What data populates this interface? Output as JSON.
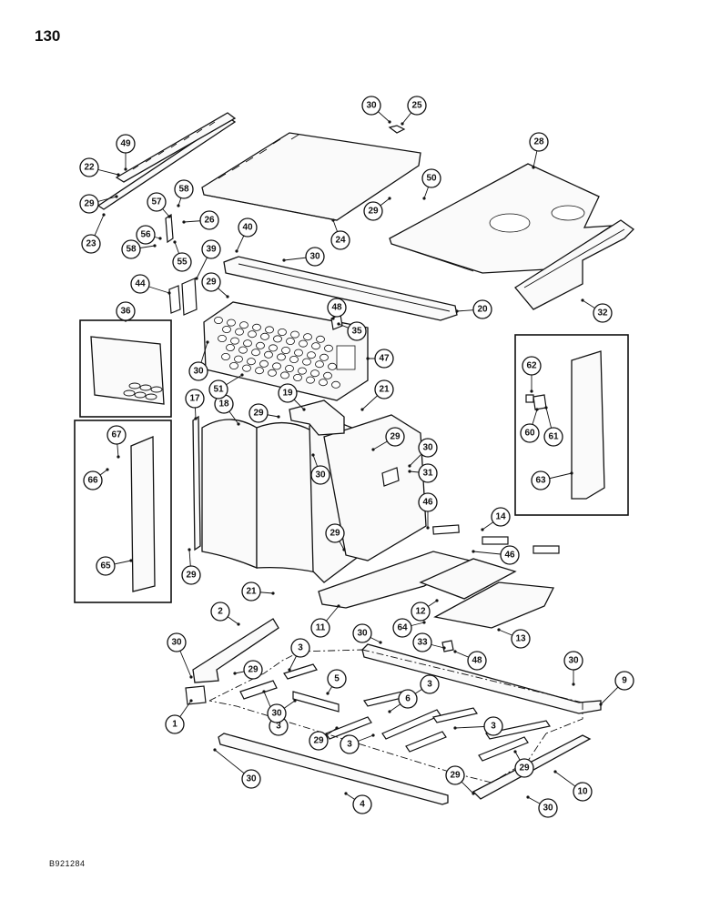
{
  "page_number": "130",
  "figure_id": "B921284",
  "callouts": [
    {
      "id": "c1",
      "label": "1"
    },
    {
      "id": "c2",
      "label": "2"
    },
    {
      "id": "c3a",
      "label": "3"
    },
    {
      "id": "c3b",
      "label": "3"
    },
    {
      "id": "c3c",
      "label": "3"
    },
    {
      "id": "c3d",
      "label": "3"
    },
    {
      "id": "c3e",
      "label": "3"
    },
    {
      "id": "c4",
      "label": "4"
    },
    {
      "id": "c5",
      "label": "5"
    },
    {
      "id": "c6",
      "label": "6"
    },
    {
      "id": "c9",
      "label": "9"
    },
    {
      "id": "c10",
      "label": "10"
    },
    {
      "id": "c11",
      "label": "11"
    },
    {
      "id": "c12",
      "label": "12"
    },
    {
      "id": "c13",
      "label": "13"
    },
    {
      "id": "c14",
      "label": "14"
    },
    {
      "id": "c17",
      "label": "17"
    },
    {
      "id": "c18",
      "label": "18"
    },
    {
      "id": "c19",
      "label": "19"
    },
    {
      "id": "c20",
      "label": "20"
    },
    {
      "id": "c21a",
      "label": "21"
    },
    {
      "id": "c21b",
      "label": "21"
    },
    {
      "id": "c22",
      "label": "22"
    },
    {
      "id": "c23",
      "label": "23"
    },
    {
      "id": "c24",
      "label": "24"
    },
    {
      "id": "c25",
      "label": "25"
    },
    {
      "id": "c26",
      "label": "26"
    },
    {
      "id": "c28",
      "label": "28"
    },
    {
      "id": "c29a",
      "label": "29"
    },
    {
      "id": "c29b",
      "label": "29"
    },
    {
      "id": "c29c",
      "label": "29"
    },
    {
      "id": "c29d",
      "label": "29"
    },
    {
      "id": "c29e",
      "label": "29"
    },
    {
      "id": "c29f",
      "label": "29"
    },
    {
      "id": "c29g",
      "label": "29"
    },
    {
      "id": "c29h",
      "label": "29"
    },
    {
      "id": "c29i",
      "label": "29"
    },
    {
      "id": "c29j",
      "label": "29"
    },
    {
      "id": "c29k",
      "label": "29"
    },
    {
      "id": "c30a",
      "label": "30"
    },
    {
      "id": "c30b",
      "label": "30"
    },
    {
      "id": "c30c",
      "label": "30"
    },
    {
      "id": "c30d",
      "label": "30"
    },
    {
      "id": "c30e",
      "label": "30"
    },
    {
      "id": "c30f",
      "label": "30"
    },
    {
      "id": "c30g",
      "label": "30"
    },
    {
      "id": "c30h",
      "label": "30"
    },
    {
      "id": "c30i",
      "label": "30"
    },
    {
      "id": "c30j",
      "label": "30"
    },
    {
      "id": "c30k",
      "label": "30"
    },
    {
      "id": "c31",
      "label": "31"
    },
    {
      "id": "c32",
      "label": "32"
    },
    {
      "id": "c33",
      "label": "33"
    },
    {
      "id": "c35",
      "label": "35"
    },
    {
      "id": "c36",
      "label": "36"
    },
    {
      "id": "c39",
      "label": "39"
    },
    {
      "id": "c40",
      "label": "40"
    },
    {
      "id": "c44",
      "label": "44"
    },
    {
      "id": "c46a",
      "label": "46"
    },
    {
      "id": "c46b",
      "label": "46"
    },
    {
      "id": "c47",
      "label": "47"
    },
    {
      "id": "c48a",
      "label": "48"
    },
    {
      "id": "c48b",
      "label": "48"
    },
    {
      "id": "c49",
      "label": "49"
    },
    {
      "id": "c50",
      "label": "50"
    },
    {
      "id": "c51",
      "label": "51"
    },
    {
      "id": "c55",
      "label": "55"
    },
    {
      "id": "c56",
      "label": "56"
    },
    {
      "id": "c57",
      "label": "57"
    },
    {
      "id": "c58a",
      "label": "58"
    },
    {
      "id": "c58b",
      "label": "58"
    },
    {
      "id": "c60",
      "label": "60"
    },
    {
      "id": "c61",
      "label": "61"
    },
    {
      "id": "c62",
      "label": "62"
    },
    {
      "id": "c63",
      "label": "63"
    },
    {
      "id": "c64",
      "label": "64"
    },
    {
      "id": "c65",
      "label": "65"
    },
    {
      "id": "c66",
      "label": "66"
    },
    {
      "id": "c67",
      "label": "67"
    }
  ]
}
